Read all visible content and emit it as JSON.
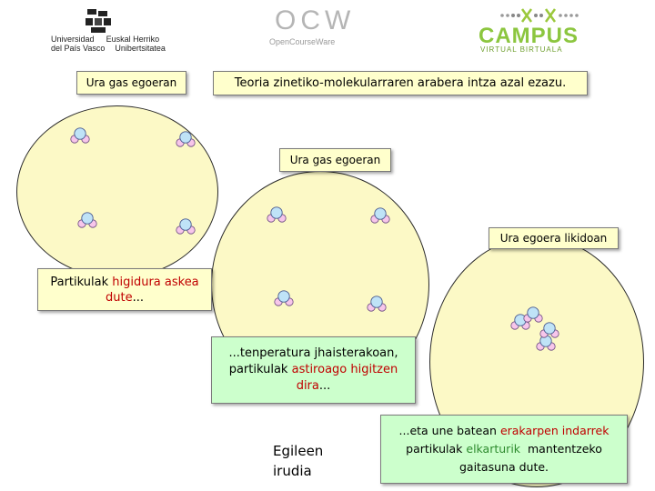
{
  "header": {
    "upv_logo": {
      "line1a": "Universidad",
      "line1b": "Euskal Herriko",
      "line2a": "del País Vasco",
      "line2b": "Unibertsitatea"
    },
    "ocw_logo": {
      "big": "OCW",
      "small": "OpenCourseWare"
    },
    "campus_logo": {
      "big": "CAMPUS",
      "small": "VIRTUAL BIRTUALA"
    }
  },
  "labels": {
    "gas_top": "Ura gas egoeran",
    "theory": "Teoria zinetiko-molekularraren arabera intza azal ezazu.",
    "gas_middle": "Ura gas egoeran",
    "liquid": "Ura egoera likidoan",
    "free_motion": {
      "a": "Partikulak ",
      "b": "higidura askea",
      "c": "dute",
      "d": "..."
    },
    "cooling": {
      "a": "...tenperatura jhaisterakoan,",
      "b": "partikulak ",
      "c": "astiroago higitzen",
      "d": "dira",
      "e": "..."
    },
    "attraction": {
      "a": "...eta une batean ",
      "b": "erakarpen indarrek",
      "c": "partikulak ",
      "d": "elkarturik",
      "e": "  mantentzeko",
      "f": "gaitasuna dute."
    },
    "caption": {
      "line1": "Egileen",
      "line2": "irudia"
    }
  },
  "colors": {
    "emphasis_red": "#c00000",
    "emphasis_green": "#2e8b2e",
    "oxygen": "#bfe3f7",
    "hydrogen": "#f7c6ea"
  }
}
